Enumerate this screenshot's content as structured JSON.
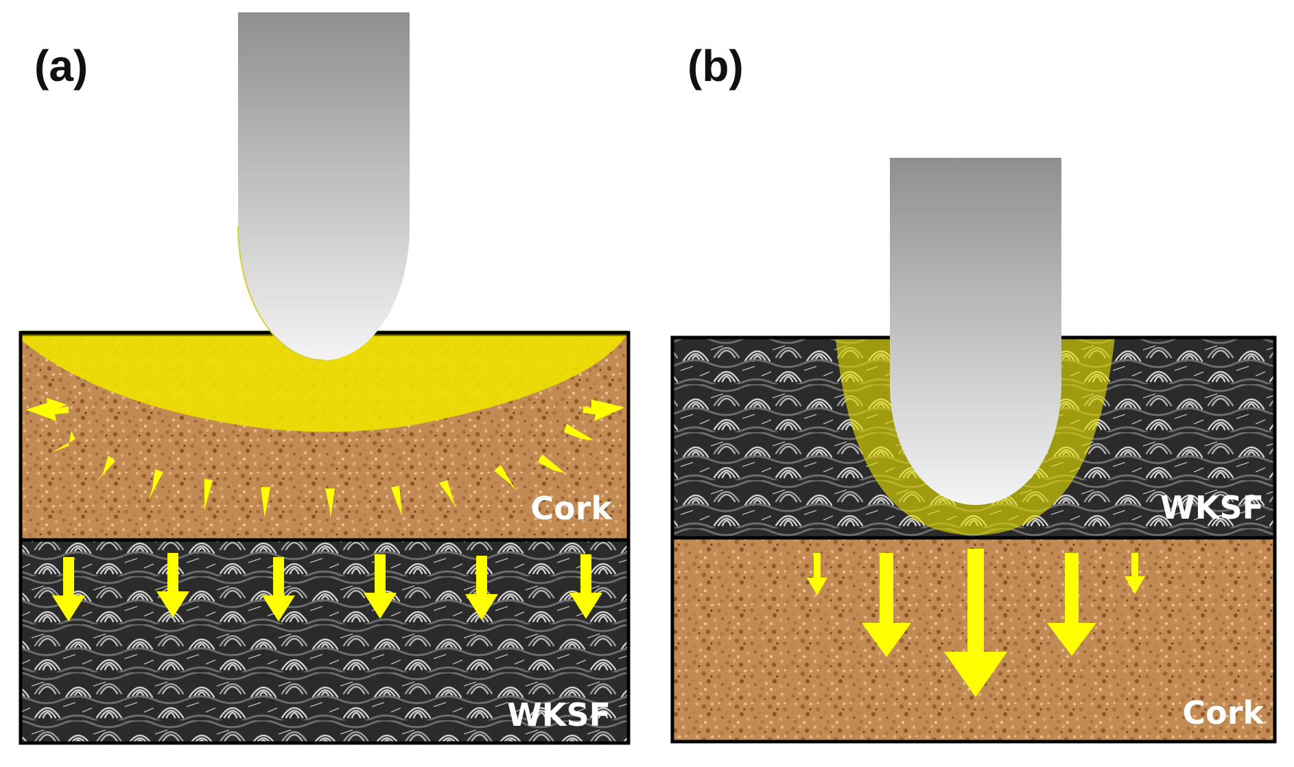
{
  "panels": [
    {
      "id": "a",
      "label": "(a)",
      "top_layer": "Cork",
      "bottom_layer": "WKSF"
    },
    {
      "id": "b",
      "label": "(b)",
      "top_layer": "WKSF",
      "bottom_layer": "Cork"
    }
  ],
  "colors": {
    "cork_base": "#c08a52",
    "fabric_base": "#2a2a2a",
    "stress_zone": "#f3ea00",
    "arrow": "#ffff00",
    "indenter_dark": "#8f8f8f",
    "indenter_light": "#f2f2f2",
    "border": "#000000",
    "label_text": "#ffffff"
  },
  "icons": {
    "indenter": "hemispherical-indenter",
    "stress_arrows": "arrow-down-icon"
  }
}
